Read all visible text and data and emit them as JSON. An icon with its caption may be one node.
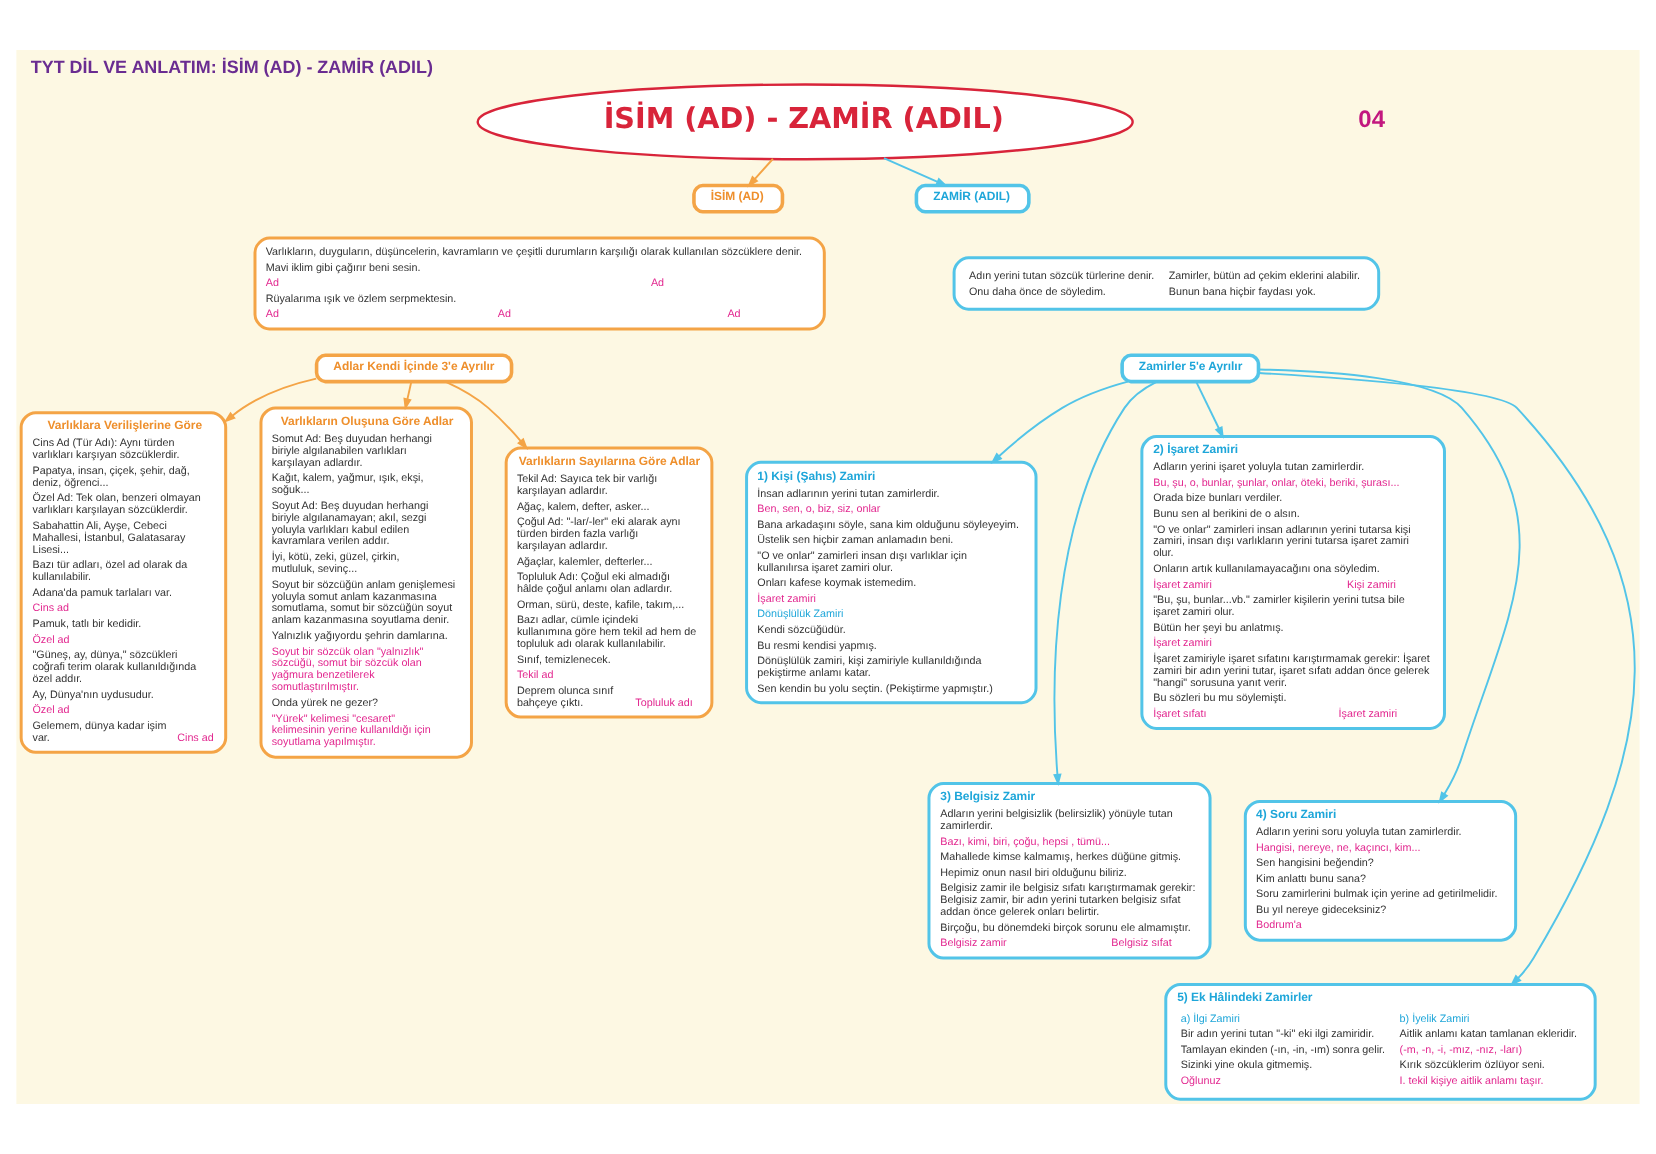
{
  "diagram": {
    "title": "TYT DİL VE ANLATIM: İSİM (AD) - ZAMİR (ADIL)",
    "nodes": [
      {
        "text": [
          "İSİM (AD) - ZAMİR (ADIL)"
        ]
      },
      {
        "text": [
          "İSİM (AD)"
        ]
      },
      {
        "text": [
          "Varlıkların, duyguların, düşüncelerin, kavramların ve çeşitli durumların karşılığı olarak kullanılan sözcüklere denir.",
          "Mavi iklim gibi çağırır beni sesin.",
          "Ad",
          "Ad",
          "Rüyalarıma ışık ve özlem serpmektesin.",
          "Ad",
          "Ad",
          "Ad"
        ]
      },
      {
        "text": [
          "Adlar Kendi İçinde 3'e Ayrılır"
        ]
      },
      {
        "text": [
          "Varlıklara Verilişlerine Göre",
          "Cins Ad (Tür Adı): Aynı türden varlıkları karşıyan sözcüklerdir.",
          "Papatya, insan, çiçek, şehir, dağ, deniz, öğrenci...",
          "Özel Ad: Tek olan, benzeri olmayan varlıkları karşılayan sözcüklerdir.",
          "Sabahattin Ali, Ayşe, Cebeci Mahallesi, İstanbul, Galatasaray Lisesi...",
          "Bazı tür adları, özel ad olarak da kullanılabilir.",
          "Adana'da pamuk tarlaları var.",
          "Cins ad",
          "Pamuk, tatlı bir kedidir.",
          "Özel ad",
          "\"Güneş, ay, dünya,\" sözcükleri coğrafi terim olarak kullanıldığında özel addır.",
          "Ay, Dünya'nın uydusudur.",
          "Özel ad",
          "Gelemem, dünya kadar işim var.",
          "Cins ad"
        ]
      },
      {
        "text": [
          "Varlıkların Oluşuna Göre Adlar",
          "Somut Ad: Beş duyudan herhangi biriyle algılanabilen varlıkları karşılayan adlardır.",
          "Kağıt, kalem, yağmur, ışık, ekşi, soğuk...",
          "Soyut Ad: Beş duyudan herhangi biriyle algılanamayan; akıl, sezgi yoluyla varlıkları kabul edilen kavramlara verilen addır.",
          "İyi, kötü, zeki, güzel, çirkin, mutluluk, sevinç...",
          "Soyut bir sözcüğün anlam genişlemesi yoluyla somut anlam kazanmasına somutlama, somut bir sözcüğün soyut anlam kazanmasına soyutlama denir.",
          "Yalnızlık yağıyordu şehrin damlarına.",
          "Soyut bir sözcük olan \"yalnızlık\" sözcüğü, somut bir sözcük olan yağmura benzetilerek somutlaştırılmıştır.",
          "Onda yürek ne gezer?",
          "\"Yürek\" kelimesi \"cesaret\" kelimesinin yerine kullanıldığı için soyutlama yapılmıştır."
        ]
      },
      {
        "text": [
          "Varlıkların Sayılarına Göre Adlar",
          "Tekil Ad: Sayıca tek bir varlığı karşılayan adlardır.",
          "Ağaç, kalem, defter, asker...",
          "Çoğul Ad: \"-lar/-ler\" eki alarak aynı türden birden fazla varlığı karşılayan adlardır.",
          "Ağaçlar, kalemler, defterler...",
          "Topluluk Adı: Çoğul eki almadığı hâlde çoğul anlamı olan adlardır.",
          "Orman, sürü, deste, kafile, takım,...",
          "Bazı adlar, cümle içindeki kullanımına göre hem tekil ad hem de topluluk adı olarak kullanılabilir.",
          "Sınıf, temizlenecek.",
          "Tekil ad",
          "Deprem olunca sınıf bahçeye çıktı.",
          "Topluluk adı"
        ]
      },
      {
        "text": [
          "ZAMİR (ADIL)"
        ]
      },
      {
        "text": [
          "Adın yerini tutan sözcük türlerine denir.",
          "Onu daha önce de söyledim.",
          "Zamirler, bütün ad çekim eklerini alabilir.",
          "Bunun bana hiçbir faydası yok."
        ]
      },
      {
        "text": [
          "Zamirler 5'e Ayrılır"
        ]
      },
      {
        "text": [
          "1) Kişi (Şahıs) Zamiri",
          "İnsan adlarının yerini tutan zamirlerdir.",
          "Ben, sen, o, biz, siz, onlar",
          "Bana arkadaşını söyle, sana kim olduğunu söyleyeyim.",
          "Üstelik sen hiçbir zaman anlamadın beni.",
          "\"O ve onlar\" zamirleri insan dışı varlıklar için kullanılırsa işaret zamiri olur.",
          "Onları kafese koymak istemedim.",
          "İşaret zamiri",
          "Dönüşlülük Zamiri",
          "Kendi sözcüğüdür.",
          "Bu resmi kendisi yapmış.",
          "Dönüşlülük zamiri, kişi zamiriyle kullanıldığında pekiştirme anlamı katar.",
          "Sen kendin bu yolu seçtin. (Pekiştirme yapmıştır.)"
        ]
      },
      {
        "text": [
          "2) İşaret Zamiri",
          "Adların yerini işaret yoluyla tutan zamirlerdir.",
          "Bu, şu, o, bunlar, şunlar, onlar, öteki, beriki, şurası...",
          "Orada bize bunları verdiler.",
          "Bunu sen al berikini de o alsın.",
          "\"O ve onlar\" zamirleri insan adlarının yerini tutarsa kişi zamiri, insan dışı varlıkların yerini tutarsa işaret zamiri olur.",
          "Onların artık kullanılamayacağını ona söyledim.",
          "İşaret zamiri",
          "Kişi zamiri",
          "\"Bu, şu, bunlar...vb.\" zamirler kişilerin yerini tutsa bile işaret zamiri olur.",
          "Bütün her şeyi bu anlatmış.",
          "İşaret zamiri",
          "İşaret zamiriyle işaret sıfatını karıştırmamak gerekir: İşaret zamiri bir adın yerini tutar, işaret sıfatı addan önce gelerek \"hangi\" sorusuna yanıt verir.",
          "Bu sözleri bu mu söylemişti.",
          "İşaret sıfatı",
          "İşaret zamiri"
        ]
      },
      {
        "text": [
          "3) Belgisiz Zamir",
          "Adların yerini belgisizlik (belirsizlik) yönüyle tutan zamirlerdir.",
          "Bazı, kimi, biri, çoğu, hepsi , tümü...",
          "Mahallede kimse kalmamış, herkes düğüne gitmiş.",
          "Hepimiz onun nasıl biri olduğunu biliriz.",
          "Belgisiz zamir ile belgisiz sıfatı karıştırmamak gerekir: Belgisiz zamir, bir adın yerini tutarken belgisiz sıfat addan önce gelerek onları belirtir.",
          "Birçoğu, bu dönemdeki birçok sorunu ele almamıştır.",
          "Belgisiz zamir",
          "Belgisiz sıfat"
        ]
      },
      {
        "text": [
          "4) Soru Zamiri",
          "Adların yerini soru yoluyla tutan zamirlerdir.",
          "Hangisi, nereye, ne, kaçıncı, kim...",
          "Sen hangisini beğendin?",
          "Kim anlattı bunu sana?",
          "Soru zamirlerini bulmak için yerine ad getirilmelidir.",
          "Bu yıl nereye gideceksiniz?",
          "Bodrum'a"
        ]
      },
      {
        "text": [
          "5) Ek Hâlindeki Zamirler",
          "a) İlgi Zamiri",
          "Bir adın yerini tutan \"-ki\" eki ilgi zamiridir.",
          "Tamlayan ekinden (-ın, -in, -ım) sonra gelir.",
          "Sizinki yine okula gitmemiş.",
          "Oğlunuz",
          "b) İyelik Zamiri",
          "Aitlik anlamı katan tamlanan ekleridir.",
          "(-m, -n, -i, -mız, -nız, -ları)",
          "Kırık sözcüklerim özlüyor seni.",
          "I. tekil kişiye aitlik anlamı taşır."
        ]
      }
    ],
    "edges": [
      {
        "from": 0,
        "to": 1,
        "arrow": "to",
        "color": "#f4a446"
      },
      {
        "from": 0,
        "to": 7,
        "arrow": "to"
      },
      {
        "from": 3,
        "to": 4,
        "arrow": "to",
        "color": "#f4a446"
      },
      {
        "from": 3,
        "to": 5,
        "arrow": "to",
        "color": "#f4a446"
      },
      {
        "from": 3,
        "to": 6,
        "arrow": "to",
        "color": "#f4a446"
      },
      {
        "from": 9,
        "to": 10,
        "arrow": "to"
      },
      {
        "from": 9,
        "to": 11,
        "arrow": "to"
      },
      {
        "from": 9,
        "to": 12,
        "arrow": "to"
      },
      {
        "from": 9,
        "to": 13,
        "arrow": "to"
      },
      {
        "from": 9,
        "to": 14,
        "arrow": "to"
      }
    ],
    "labels": [
      "04"
    ]
  }
}
